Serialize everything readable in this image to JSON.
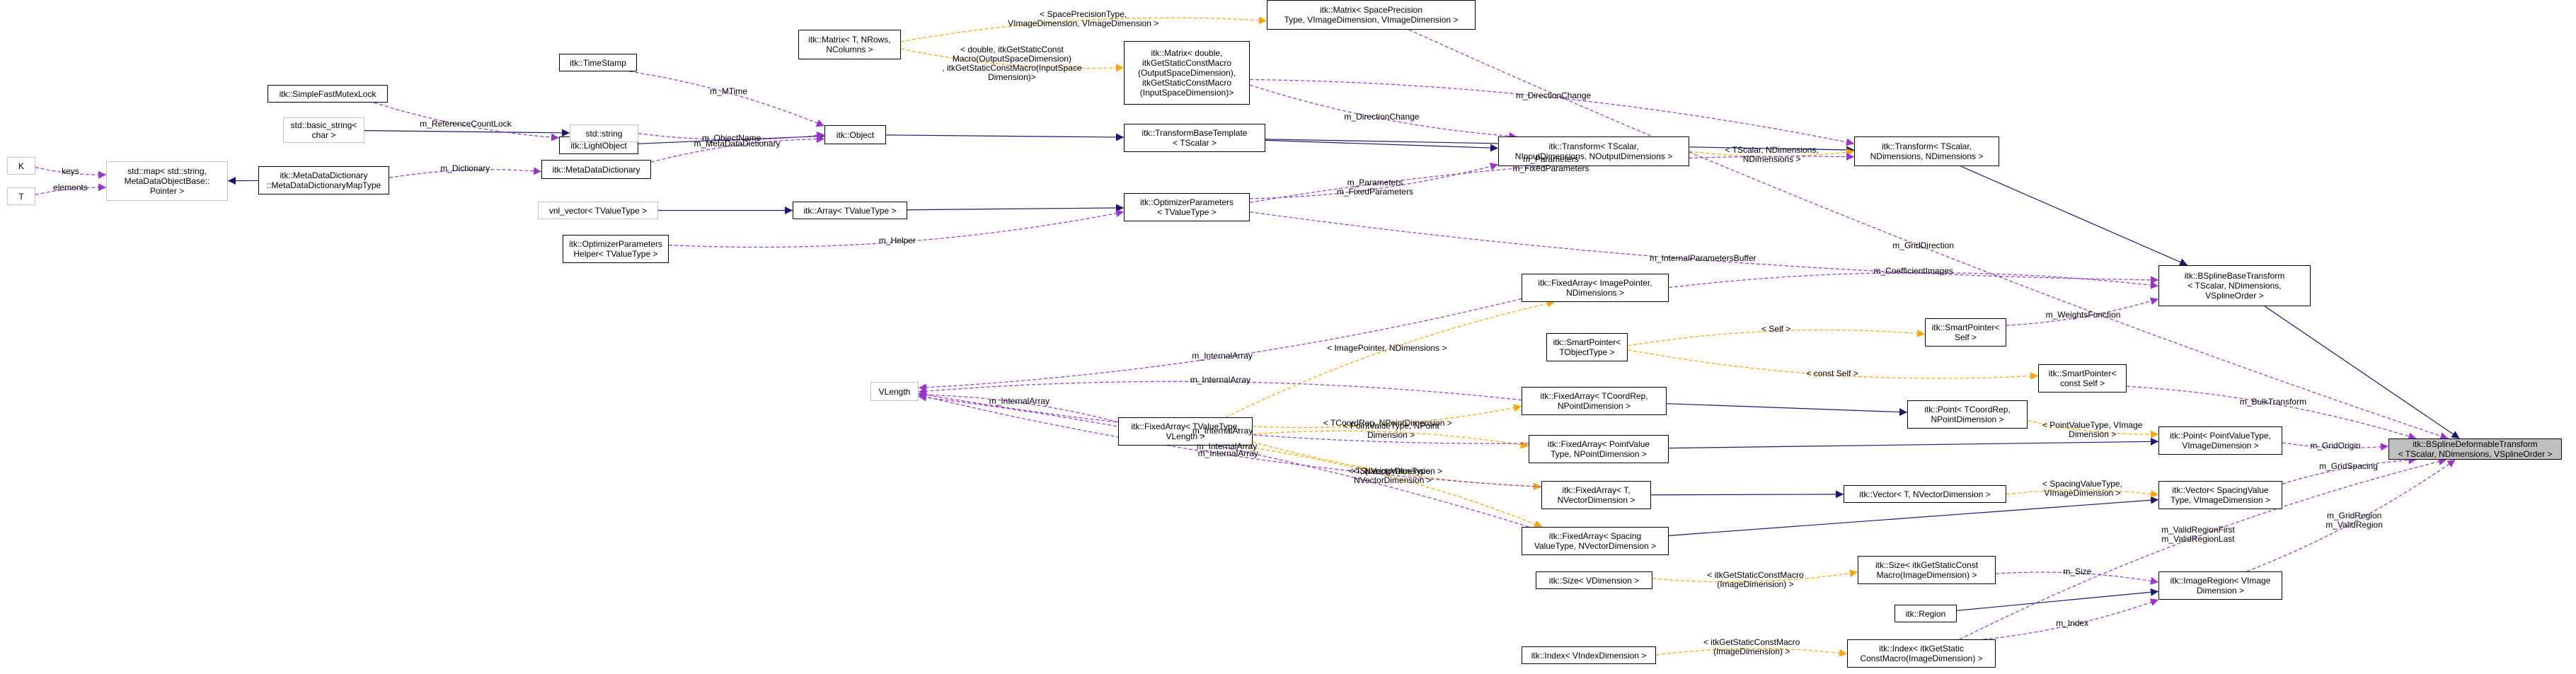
{
  "nodes": [
    {
      "id": "bsdt",
      "lines": [
        "itk::BSplineDeformableTransform",
        "< TScalar, NDimensions, VSplineOrder >"
      ],
      "style": "focus"
    },
    {
      "id": "bsbt",
      "lines": [
        "itk::BSplineBaseTransform",
        "< TScalar, NDimensions,",
        "VSplineOrder >"
      ]
    },
    {
      "id": "tr2",
      "lines": [
        "itk::Transform< TScalar,",
        "NDimensions, NDimensions >"
      ]
    },
    {
      "id": "trg",
      "lines": [
        "itk::Transform< TScalar,",
        "NInputDimensions, NOutputDimensions >"
      ]
    },
    {
      "id": "tbt",
      "lines": [
        "itk::TransformBaseTemplate",
        "< TScalar >"
      ]
    },
    {
      "id": "obj",
      "lines": [
        "itk::Object"
      ]
    },
    {
      "id": "lobj",
      "lines": [
        "itk::LightObject"
      ]
    },
    {
      "id": "sfml",
      "lines": [
        "itk::SimpleFastMutexLock"
      ]
    },
    {
      "id": "ts",
      "lines": [
        "itk::TimeStamp"
      ]
    },
    {
      "id": "bstr",
      "lines": [
        "std::basic_string<",
        "char >"
      ],
      "style": "grey"
    },
    {
      "id": "str",
      "lines": [
        "std::string"
      ],
      "style": "grey"
    },
    {
      "id": "mdd",
      "lines": [
        "itk::MetaDataDictionary"
      ]
    },
    {
      "id": "map",
      "lines": [
        "std::map< std::string,",
        "MetaDataObjectBase::",
        "Pointer >"
      ],
      "style": "grey"
    },
    {
      "id": "k",
      "lines": [
        "K"
      ],
      "style": "grey"
    },
    {
      "id": "t",
      "lines": [
        "T"
      ],
      "style": "grey"
    },
    {
      "id": "mddmap",
      "lines": [
        "itk::MetaDataDictionary",
        "::MetaDataDictionaryMapType"
      ]
    },
    {
      "id": "vnl",
      "lines": [
        "vnl_vector< TValueType >"
      ],
      "style": "grey"
    },
    {
      "id": "arr",
      "lines": [
        "itk::Array< TValueType >"
      ]
    },
    {
      "id": "opt",
      "lines": [
        "itk::OptimizerParameters",
        "< TValueType >"
      ]
    },
    {
      "id": "opth",
      "lines": [
        "itk::OptimizerParameters",
        "Helper< TValueType >"
      ]
    },
    {
      "id": "mtx",
      "lines": [
        "itk::Matrix< T, NRows,",
        "NColumns >"
      ]
    },
    {
      "id": "mtxsp",
      "lines": [
        "itk::Matrix< SpacePrecision",
        "Type, VImageDimension, VImageDimension >"
      ]
    },
    {
      "id": "mtxd",
      "lines": [
        "itk::Matrix< double,",
        "itkGetStaticConstMacro",
        "(OutputSpaceDimension),",
        "itkGetStaticConstMacro",
        "(InputSpaceDimension)>"
      ]
    },
    {
      "id": "fa_ip",
      "lines": [
        "itk::FixedArray< ImagePointer,",
        "NDimensions >"
      ]
    },
    {
      "id": "sp_self",
      "lines": [
        "itk::SmartPointer<",
        "Self >"
      ]
    },
    {
      "id": "sp_tobj",
      "lines": [
        "itk::SmartPointer<",
        "TObjectType >"
      ]
    },
    {
      "id": "sp_cself",
      "lines": [
        "itk::SmartPointer<",
        "const Self >"
      ]
    },
    {
      "id": "vlen",
      "lines": [
        "VLength"
      ],
      "style": "grey"
    },
    {
      "id": "fa_tv",
      "lines": [
        "itk::FixedArray< TValueType,",
        "VLength >"
      ]
    },
    {
      "id": "fa_tcr",
      "lines": [
        "itk::FixedArray< TCoordRep,",
        "NPointDimension >"
      ]
    },
    {
      "id": "pt_tcr",
      "lines": [
        "itk::Point< TCoordRep,",
        "NPointDimension >"
      ]
    },
    {
      "id": "fa_pv",
      "lines": [
        "itk::FixedArray< PointValue",
        "Type, NPointDimension >"
      ]
    },
    {
      "id": "pt_pv",
      "lines": [
        "itk::Point< PointValueType,",
        "VImageDimension >"
      ]
    },
    {
      "id": "fa_t",
      "lines": [
        "itk::FixedArray< T,",
        "NVectorDimension >"
      ]
    },
    {
      "id": "vec_t",
      "lines": [
        "itk::Vector< T, NVectorDimension >"
      ]
    },
    {
      "id": "vec_sv",
      "lines": [
        "itk::Vector< SpacingValue",
        "Type, VImageDimension >"
      ]
    },
    {
      "id": "fa_sv",
      "lines": [
        "itk::FixedArray< Spacing",
        "ValueType, NVectorDimension >"
      ]
    },
    {
      "id": "size_v",
      "lines": [
        "itk::Size< VDimension >"
      ]
    },
    {
      "id": "size_m",
      "lines": [
        "itk::Size< itkGetStaticConst",
        "Macro(ImageDimension) >"
      ]
    },
    {
      "id": "imreg",
      "lines": [
        "itk::ImageRegion< VImage",
        "Dimension >"
      ]
    },
    {
      "id": "reg",
      "lines": [
        "itk::Region"
      ]
    },
    {
      "id": "idx_v",
      "lines": [
        "itk::Index< VIndexDimension >"
      ]
    },
    {
      "id": "idx_m",
      "lines": [
        "itk::Index< itkGetStatic",
        "ConstMacro(ImageDimension) >"
      ]
    }
  ],
  "edges": [
    {
      "from": "bsbt",
      "to": "bsdt",
      "type": "inherit"
    },
    {
      "from": "tr2",
      "to": "bsbt",
      "type": "inherit"
    },
    {
      "from": "tbt",
      "to": "tr2",
      "type": "inherit"
    },
    {
      "from": "tbt",
      "to": "trg",
      "type": "inherit"
    },
    {
      "from": "obj",
      "to": "tbt",
      "type": "inherit"
    },
    {
      "from": "lobj",
      "to": "obj",
      "type": "inherit"
    },
    {
      "from": "bstr",
      "to": "str",
      "type": "inherit"
    },
    {
      "from": "mddmap",
      "to": "map",
      "type": "inherit"
    },
    {
      "from": "vnl",
      "to": "arr",
      "type": "inherit"
    },
    {
      "from": "arr",
      "to": "opt",
      "type": "inherit"
    },
    {
      "from": "fa_tcr",
      "to": "pt_tcr",
      "type": "inherit"
    },
    {
      "from": "fa_pv",
      "to": "pt_pv",
      "type": "inherit"
    },
    {
      "from": "fa_t",
      "to": "vec_t",
      "type": "inherit"
    },
    {
      "from": "fa_sv",
      "to": "vec_sv",
      "type": "inherit"
    },
    {
      "from": "reg",
      "to": "imreg",
      "type": "inherit"
    },
    {
      "from": "trg",
      "to": "tr2",
      "type": "template",
      "label": [
        "< TScalar, NDimensions,",
        "NDimensions >"
      ]
    },
    {
      "from": "mtx",
      "to": "mtxsp",
      "type": "template",
      "label": [
        "< SpacePrecisionType,",
        "VImageDimension, VImageDimension >"
      ]
    },
    {
      "from": "mtx",
      "to": "mtxd",
      "type": "template",
      "label": [
        "< double, itkGetStaticConst",
        "Macro(OutputSpaceDimension)",
        ", itkGetStaticConstMacro(InputSpace",
        "Dimension)>"
      ]
    },
    {
      "from": "sp_tobj",
      "to": "sp_self",
      "type": "template",
      "label": [
        "< Self >"
      ]
    },
    {
      "from": "sp_tobj",
      "to": "sp_cself",
      "type": "template",
      "label": [
        "< const Self >"
      ]
    },
    {
      "from": "fa_tv",
      "to": "fa_ip",
      "type": "template",
      "label": [
        "< ImagePointer, NDimensions >"
      ]
    },
    {
      "from": "fa_tv",
      "to": "fa_tcr",
      "type": "template",
      "label": [
        "< TCoordRep, NPointDimension >"
      ]
    },
    {
      "from": "fa_tv",
      "to": "fa_pv",
      "type": "template",
      "label": [
        "< PointValueType, NPoint",
        "Dimension >"
      ]
    },
    {
      "from": "fa_tv",
      "to": "fa_t",
      "type": "template",
      "label": [
        "< T, NVectorDimension >"
      ]
    },
    {
      "from": "fa_tv",
      "to": "fa_sv",
      "type": "template",
      "label": [
        "< SpacingValueType,",
        "NVectorDimension >"
      ]
    },
    {
      "from": "pt_tcr",
      "to": "pt_pv",
      "type": "template",
      "label": [
        "< PointValueType, VImage",
        "Dimension >"
      ]
    },
    {
      "from": "vec_t",
      "to": "vec_sv",
      "type": "template",
      "label": [
        "< SpacingValueType,",
        "VImageDimension >"
      ]
    },
    {
      "from": "size_v",
      "to": "size_m",
      "type": "template",
      "label": [
        "< itkGetStaticConstMacro",
        "(ImageDimension) >"
      ]
    },
    {
      "from": "idx_v",
      "to": "idx_m",
      "type": "template",
      "label": [
        "< itkGetStaticConstMacro",
        "(ImageDimension) >"
      ]
    },
    {
      "from": "mtxsp",
      "to": "bsdt",
      "type": "member",
      "label": [
        "m_GridDirection"
      ]
    },
    {
      "from": "sp_cself",
      "to": "bsdt",
      "type": "member",
      "label": [
        "m_BulkTransform"
      ]
    },
    {
      "from": "pt_pv",
      "to": "bsdt",
      "type": "member",
      "label": [
        "m_GridOrigin"
      ]
    },
    {
      "from": "vec_sv",
      "to": "bsdt",
      "type": "member",
      "label": [
        "m_GridSpacing"
      ]
    },
    {
      "from": "imreg",
      "to": "bsdt",
      "type": "member",
      "label": [
        "m_GridRegion",
        "m_ValidRegion"
      ]
    },
    {
      "from": "idx_m",
      "to": "bsdt",
      "type": "member",
      "label": [
        "m_ValidRegionFirst",
        "m_ValidRegionLast"
      ]
    },
    {
      "from": "opt",
      "to": "bsbt",
      "type": "member",
      "label": [
        "m_InternalParametersBuffer"
      ]
    },
    {
      "from": "fa_ip",
      "to": "bsbt",
      "type": "member",
      "label": [
        "m_CoefficientImages"
      ]
    },
    {
      "from": "sp_self",
      "to": "bsbt",
      "type": "member",
      "label": [
        "m_WeightsFunction"
      ]
    },
    {
      "from": "mtxd",
      "to": "tr2",
      "type": "member",
      "label": [
        "m_DirectionChange"
      ]
    },
    {
      "from": "mtxd",
      "to": "trg",
      "type": "member",
      "label": [
        "m_DirectionChange"
      ]
    },
    {
      "from": "opt",
      "to": "tr2",
      "type": "member",
      "label": [
        "m_Parameters",
        "m_FixedParameters"
      ]
    },
    {
      "from": "opt",
      "to": "trg",
      "type": "member",
      "label": [
        "m_Parameters",
        "m_FixedParameters"
      ]
    },
    {
      "from": "ts",
      "to": "obj",
      "type": "member",
      "label": [
        "m_MTime"
      ]
    },
    {
      "from": "str",
      "to": "obj",
      "type": "member",
      "label": [
        "m_ObjectName"
      ]
    },
    {
      "from": "mdd",
      "to": "obj",
      "type": "member",
      "label": [
        "m_MetaDataDictionary"
      ]
    },
    {
      "from": "sfml",
      "to": "lobj",
      "type": "member",
      "label": [
        "m_ReferenceCountLock"
      ]
    },
    {
      "from": "mddmap",
      "to": "mdd",
      "type": "member",
      "label": [
        "m_Dictionary"
      ]
    },
    {
      "from": "k",
      "to": "map",
      "type": "member",
      "label": [
        "keys"
      ]
    },
    {
      "from": "t",
      "to": "map",
      "type": "member",
      "label": [
        "elements"
      ]
    },
    {
      "from": "opth",
      "to": "opt",
      "type": "member",
      "label": [
        "m_Helper"
      ]
    },
    {
      "from": "size_m",
      "to": "imreg",
      "type": "member",
      "label": [
        "m_Size"
      ]
    },
    {
      "from": "idx_m",
      "to": "imreg",
      "type": "member",
      "label": [
        "m_Index"
      ]
    },
    {
      "from": "fa_ip",
      "to": "vlen",
      "type": "member",
      "label": [
        "m_InternalArray"
      ]
    },
    {
      "from": "fa_tcr",
      "to": "vlen",
      "type": "member",
      "label": [
        "m_InternalArray"
      ]
    },
    {
      "from": "fa_pv",
      "to": "vlen",
      "type": "member",
      "label": [
        "m_InternalArray"
      ]
    },
    {
      "from": "fa_tv",
      "to": "vlen",
      "type": "member",
      "label": [
        "m_InternalArray"
      ]
    },
    {
      "from": "fa_t",
      "to": "vlen",
      "type": "member",
      "label": [
        "m_InternalArray"
      ]
    },
    {
      "from": "fa_sv",
      "to": "vlen",
      "type": "member",
      "label": [
        "m_InternalArray"
      ]
    }
  ],
  "colors": {
    "inherit": "#191970",
    "template": "#ffa500",
    "member": "#9a32cd",
    "node_border": "#000000",
    "node_grey_border": "#bfbfbf",
    "focus_fill": "#bfbfbf"
  }
}
